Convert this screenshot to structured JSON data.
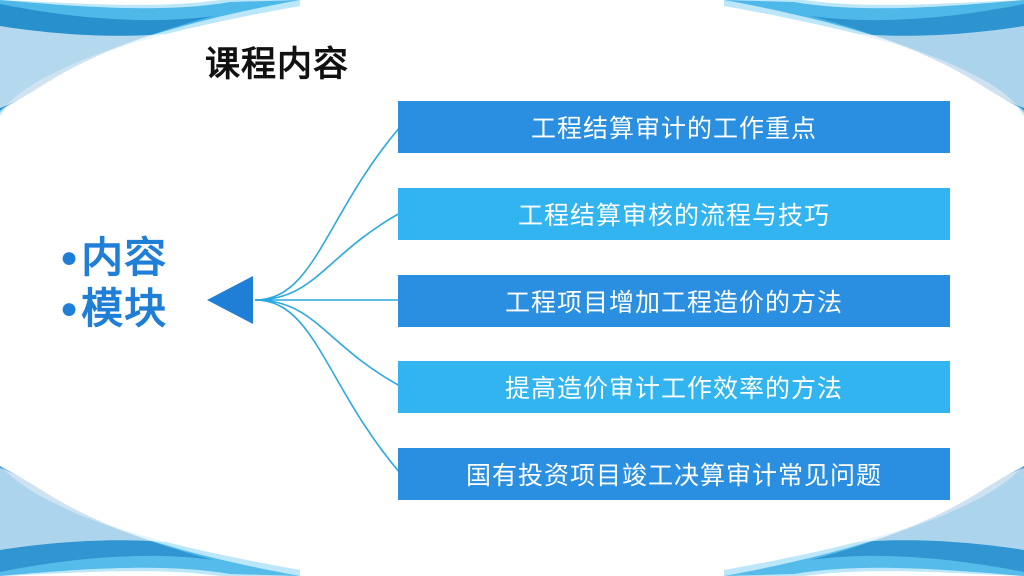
{
  "slide": {
    "title": "课程内容",
    "left_label": {
      "lines": [
        "内容",
        "模块"
      ],
      "bullet": "●",
      "color": "#1f7fd6"
    },
    "items": [
      {
        "label": "工程结算审计的工作重点",
        "color": "#2a8fe0"
      },
      {
        "label": "工程结算审核的流程与技巧",
        "color": "#31b4ef"
      },
      {
        "label": "工程项目增加工程造价的方法",
        "color": "#2a8fe0"
      },
      {
        "label": "提高造价审计工作效率的方法",
        "color": "#31b4ef"
      },
      {
        "label": "国有投资项目竣工决算审计常见问题",
        "color": "#2a8fe0"
      }
    ],
    "decor": {
      "wave_light": "#8fd8f5",
      "wave_mid": "#29a8e4",
      "wave_dark": "#0b6fb8",
      "arrow_color": "#1f7fd6",
      "connector_color": "#2aa9e0"
    }
  }
}
